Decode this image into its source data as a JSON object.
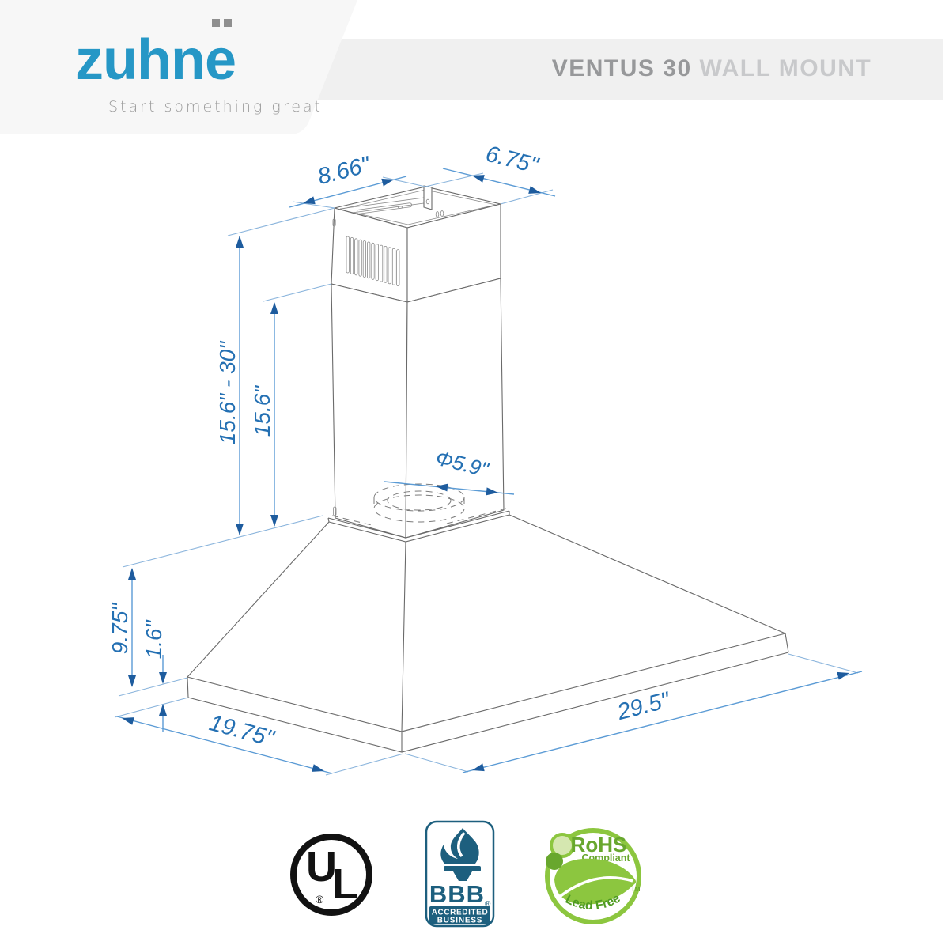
{
  "header": {
    "brand_main": "zuhn",
    "brand_accent": "e",
    "brand_full": "zuhnë",
    "tagline": "Start something great",
    "title_primary": "VENTUS 30",
    "title_secondary": "WALL MOUNT"
  },
  "diagram": {
    "subject": "wall-mount range hood dimension line drawing",
    "dimensions": {
      "chimney_top_width": "8.66\"",
      "chimney_top_depth": "6.75\"",
      "chimney_height_range": "15.6\" - 30\"",
      "chimney_inner_height": "15.6\"",
      "duct_diameter": "Φ5.9\"",
      "hood_body_height": "9.75\"",
      "base_rim_height": "1.6\"",
      "hood_depth": "19.75\"",
      "hood_width": "29.5\""
    },
    "colors": {
      "dimension_line": "#5b9bd5",
      "dimension_arrow": "#1e5c9e",
      "dimension_text": "#2470b3",
      "drawing_line": "#6a6a6a",
      "brand_blue": "#2697c6"
    }
  },
  "badges": {
    "ul": {
      "letter_u": "U",
      "letter_l": "L",
      "registered": "®"
    },
    "bbb": {
      "name": "BBB",
      "registered": "®",
      "banner_line1": "ACCREDITED",
      "banner_line2": "BUSINESS",
      "color": "#1d5f7e"
    },
    "rohs": {
      "title": "RoHS",
      "subtitle": "Compliant",
      "arc_text": "Lead Free",
      "trademark": "TM",
      "color": "#8cc63f"
    }
  }
}
